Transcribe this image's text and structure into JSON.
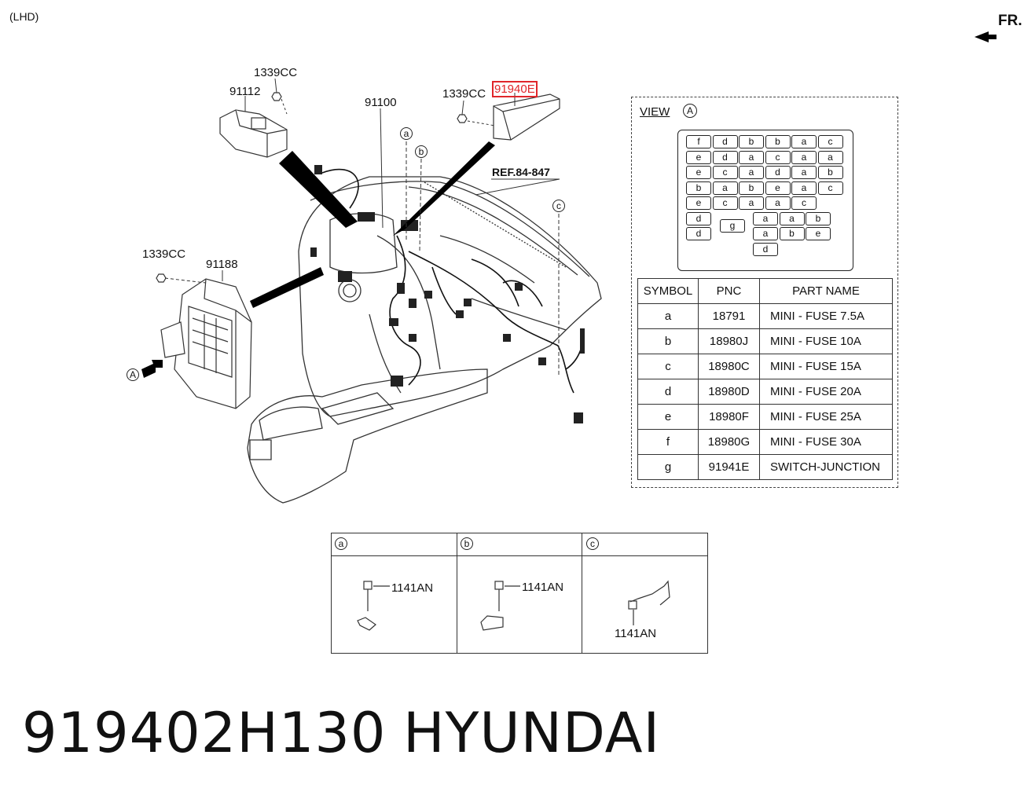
{
  "header": {
    "variant": "(LHD)",
    "direction": "FR."
  },
  "callouts": {
    "p91112": "91112",
    "p1339cc_top": "1339CC",
    "p91100": "91100",
    "p1339cc_mid": "1339CC",
    "p91940e": "91940E",
    "ref": "REF.84-847",
    "p1339cc_left": "1339CC",
    "p91188": "91188",
    "view_marker": "A",
    "mark_a": "a",
    "mark_b": "b",
    "mark_c": "c"
  },
  "view": {
    "label": "VIEW",
    "marker": "A",
    "fuse_rows": [
      [
        "f",
        "d",
        "b",
        "b",
        "a",
        "c"
      ],
      [
        "e",
        "d",
        "a",
        "c",
        "a",
        "a"
      ],
      [
        "e",
        "c",
        "a",
        "d",
        "a",
        "b"
      ],
      [
        "b",
        "a",
        "b",
        "e",
        "a",
        "c"
      ],
      [
        "e",
        "c",
        "a",
        "a",
        "c"
      ]
    ],
    "fuse_lower": {
      "left_top": "d",
      "left_bottom": "d",
      "switch": "g",
      "row_a": [
        "a",
        "a",
        "b"
      ],
      "row_b": [
        "a",
        "b",
        "e"
      ],
      "bottom": "d"
    }
  },
  "table": {
    "headers": [
      "SYMBOL",
      "PNC",
      "PART NAME"
    ],
    "rows": [
      {
        "symbol": "a",
        "pnc": "18791",
        "name": "MINI - FUSE 7.5A"
      },
      {
        "symbol": "b",
        "pnc": "18980J",
        "name": "MINI - FUSE 10A"
      },
      {
        "symbol": "c",
        "pnc": "18980C",
        "name": "MINI - FUSE 15A"
      },
      {
        "symbol": "d",
        "pnc": "18980D",
        "name": "MINI - FUSE 20A"
      },
      {
        "symbol": "e",
        "pnc": "18980F",
        "name": "MINI - FUSE 25A"
      },
      {
        "symbol": "f",
        "pnc": "18980G",
        "name": "MINI - FUSE 30A"
      },
      {
        "symbol": "g",
        "pnc": "91941E",
        "name": "SWITCH-JUNCTION"
      }
    ]
  },
  "details": [
    {
      "marker": "a",
      "part": "1141AN"
    },
    {
      "marker": "b",
      "part": "1141AN"
    },
    {
      "marker": "c",
      "part": "1141AN"
    }
  ],
  "footer": {
    "part_number": "919402H130",
    "brand": "HYUNDAI"
  }
}
